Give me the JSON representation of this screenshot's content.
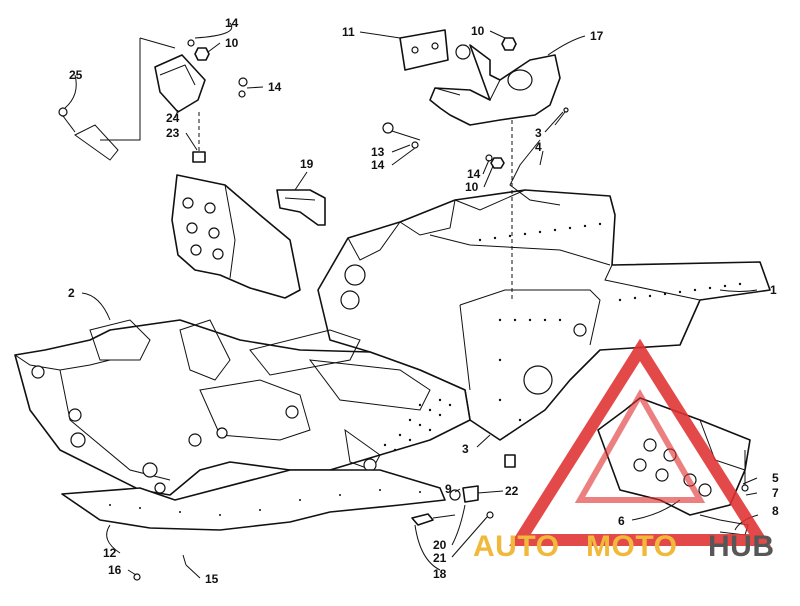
{
  "callouts": [
    {
      "id": "c1",
      "text": "1"
    },
    {
      "id": "c2",
      "text": "2"
    },
    {
      "id": "c3a",
      "text": "3"
    },
    {
      "id": "c3b",
      "text": "3"
    },
    {
      "id": "c4",
      "text": "4"
    },
    {
      "id": "c5",
      "text": "5"
    },
    {
      "id": "c6",
      "text": "6"
    },
    {
      "id": "c7",
      "text": "7"
    },
    {
      "id": "c8",
      "text": "8"
    },
    {
      "id": "c9",
      "text": "9"
    },
    {
      "id": "c10a",
      "text": "10"
    },
    {
      "id": "c10b",
      "text": "10"
    },
    {
      "id": "c10c",
      "text": "10"
    },
    {
      "id": "c11",
      "text": "11"
    },
    {
      "id": "c12",
      "text": "12"
    },
    {
      "id": "c13",
      "text": "13"
    },
    {
      "id": "c14a",
      "text": "14"
    },
    {
      "id": "c14b",
      "text": "14"
    },
    {
      "id": "c14c",
      "text": "14"
    },
    {
      "id": "c14d",
      "text": "14"
    },
    {
      "id": "c15",
      "text": "15"
    },
    {
      "id": "c16",
      "text": "16"
    },
    {
      "id": "c17",
      "text": "17"
    },
    {
      "id": "c18",
      "text": "18"
    },
    {
      "id": "c19",
      "text": "19"
    },
    {
      "id": "c20",
      "text": "20"
    },
    {
      "id": "c21",
      "text": "21"
    },
    {
      "id": "c22",
      "text": "22"
    },
    {
      "id": "c23",
      "text": "23"
    },
    {
      "id": "c24",
      "text": "24"
    },
    {
      "id": "c25",
      "text": "25"
    }
  ],
  "watermark": {
    "part1": "AUTO",
    "part2": "MOTO",
    "part3": "HUB",
    "colors": {
      "triangle": "#e03030",
      "auto": "#f0b020",
      "moto": "#f0b020",
      "hub": "#404040"
    }
  }
}
